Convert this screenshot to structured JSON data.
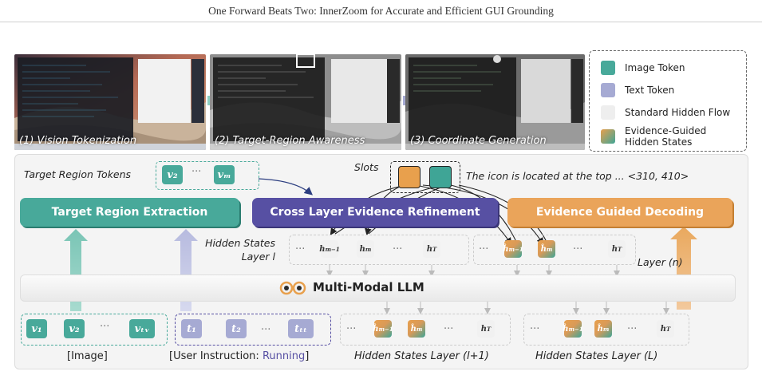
{
  "header": {
    "title": "One Forward Beats Two: InnerZoom for Accurate and Efficient GUI Grounding"
  },
  "steps": [
    {
      "caption": "(1) Vision Tokenization"
    },
    {
      "caption": "(2) Target-Region Awareness"
    },
    {
      "caption": "(3) Coordinate Generation"
    }
  ],
  "legend": {
    "items": [
      {
        "label": "Image Token",
        "color": "#48a99a"
      },
      {
        "label": "Text Token",
        "color": "#a6aad3"
      },
      {
        "label": "Standard Hidden Flow",
        "color": "#eeeeee"
      },
      {
        "label": "Evidence-Guided Hidden States",
        "color": "gradient"
      }
    ]
  },
  "modules": {
    "target_region_extraction": "Target Region Extraction",
    "cross_layer_refinement": "Cross Layer Evidence Refinement",
    "evidence_guided_decoding": "Evidence Guided Decoding",
    "llm": "Multi-Modal LLM"
  },
  "labels": {
    "target_region_tokens": "Target Region Tokens",
    "slots": "Slots",
    "output_text": "The icon is located at the top ... <310, 410>",
    "hidden_states_layer_l_1": "Hidden States",
    "hidden_states_layer_l_2": "Layer l",
    "layer_n": "Layer (n)",
    "hidden_states_layer_l1": "Hidden States Layer (l+1)",
    "hidden_states_layer_L": "Hidden States Layer (L)",
    "image": "[Image]",
    "user_instruction_prefix": "[User Instruction: ",
    "user_instruction_word": "Running",
    "user_instruction_suffix": "]"
  },
  "tokens": {
    "target_v2": "v₂",
    "target_vm": "vₘ",
    "img_v1": "v₁",
    "img_v2": "v₂",
    "img_vT": "vₜᵥ",
    "txt_t1": "t₁",
    "txt_t2": "t₂",
    "txt_tT": "tₜₜ",
    "ellipsis": "···",
    "dots3": "..."
  },
  "hidden": {
    "l": [
      "h",
      "h",
      "h"
    ],
    "n_m1": "ĥ",
    "n_m": "ĥ",
    "n_T": "h",
    "l1_m1": "ĥ",
    "l1_m": "ĥ",
    "l1_T": "h",
    "L_m1": "ĥ",
    "L_m": "ĥ",
    "L_T": "h"
  },
  "colors": {
    "teal": "#48a99a",
    "purple": "#5750a3",
    "orange": "#e8a04d",
    "lavender": "#a6aad3"
  }
}
